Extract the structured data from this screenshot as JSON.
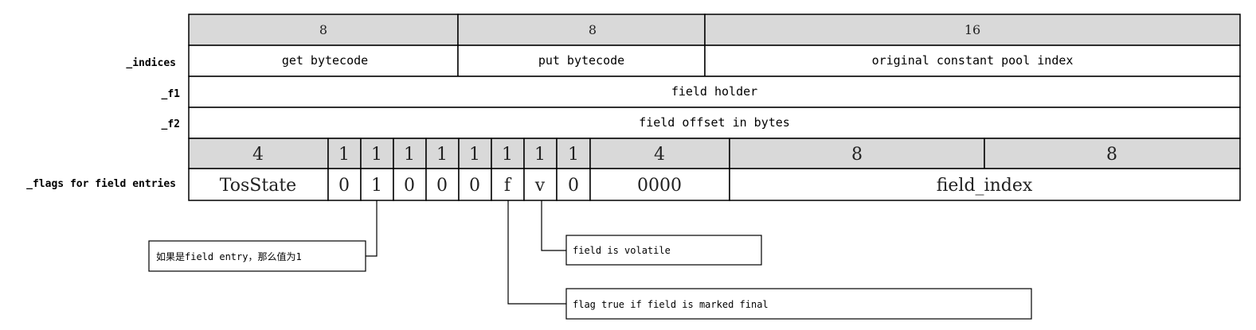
{
  "row_labels": {
    "indices": "_indices",
    "f1": "_f1",
    "f2": "_f2",
    "flags": "_flags for field entries"
  },
  "indices_header": [
    "8",
    "8",
    "16"
  ],
  "indices_values": [
    "get bytecode",
    "put bytecode",
    "original constant pool index"
  ],
  "f1_value": "field holder",
  "f2_value": "field offset in bytes",
  "flags_header": [
    "4",
    "1",
    "1",
    "1",
    "1",
    "1",
    "1",
    "1",
    "1",
    "4",
    "8",
    "8"
  ],
  "flags_values": [
    "TosState",
    "0",
    "1",
    "0",
    "0",
    "0",
    "f",
    "v",
    "0",
    "0000",
    "field_index"
  ],
  "callouts": {
    "field_entry": "如果是field  entry，那么值为1",
    "volatile": "field is volatile",
    "final": "flag true if field is marked final"
  },
  "colors": {
    "header_fill": "#d9d9d9",
    "border": "#000000",
    "background": "#ffffff"
  }
}
